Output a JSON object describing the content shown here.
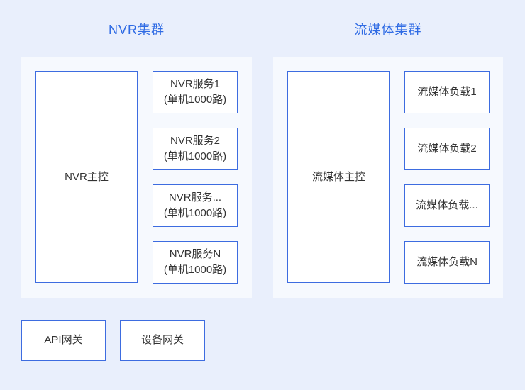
{
  "colors": {
    "background": "#E9EFFC",
    "panel": "#F6F9FE",
    "box_background": "#FFFFFF",
    "box_border": "#3D6CE0",
    "title": "#2F6BE4",
    "text": "#333333"
  },
  "nvr_cluster": {
    "title": "NVR集群",
    "master": "NVR主控",
    "services": [
      {
        "line1": "NVR服务1",
        "line2": "(单机1000路)"
      },
      {
        "line1": "NVR服务2",
        "line2": "(单机1000路)"
      },
      {
        "line1": "NVR服务...",
        "line2": "(单机1000路)"
      },
      {
        "line1": "NVR服务N",
        "line2": "(单机1000路)"
      }
    ]
  },
  "media_cluster": {
    "title": "流媒体集群",
    "master": "流媒体主控",
    "loads": [
      {
        "label": "流媒体负载1"
      },
      {
        "label": "流媒体负载2"
      },
      {
        "label": "流媒体负载..."
      },
      {
        "label": "流媒体负载N"
      }
    ]
  },
  "gateways": {
    "api": "API网关",
    "device": "设备网关"
  }
}
